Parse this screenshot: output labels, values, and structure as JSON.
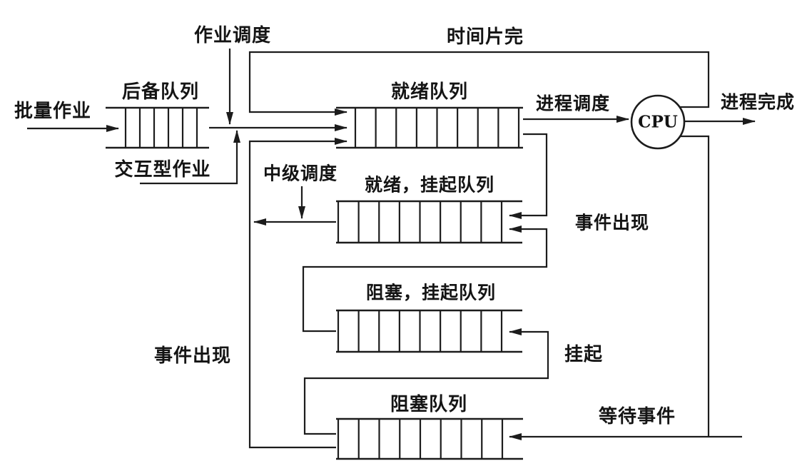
{
  "diagram": {
    "background": "#ffffff",
    "ink": "#1c1c1c",
    "labels": {
      "batch_jobs": "批量作业",
      "job_scheduling": "作业调度",
      "time_slice_end": "时间片完",
      "interactive_jobs": "交互型作业",
      "process_scheduling": "进程调度",
      "cpu": "CPU",
      "process_complete": "进程完成",
      "intermediate_scheduling": "中级调度",
      "event_occurs_right": "事件出现",
      "suspend": "挂起",
      "event_occurs_left": "事件出现",
      "wait_event": "等待事件"
    },
    "queues": [
      {
        "id": "backup",
        "label": "后备队列",
        "cells": 5
      },
      {
        "id": "ready",
        "label": "就绪队列",
        "cells": 8
      },
      {
        "id": "ready_suspend",
        "label": "就绪，挂起队列",
        "cells": 8
      },
      {
        "id": "blocked_suspend",
        "label": "阻塞，挂起队列",
        "cells": 8
      },
      {
        "id": "blocked",
        "label": "阻塞队列",
        "cells": 8
      }
    ]
  }
}
